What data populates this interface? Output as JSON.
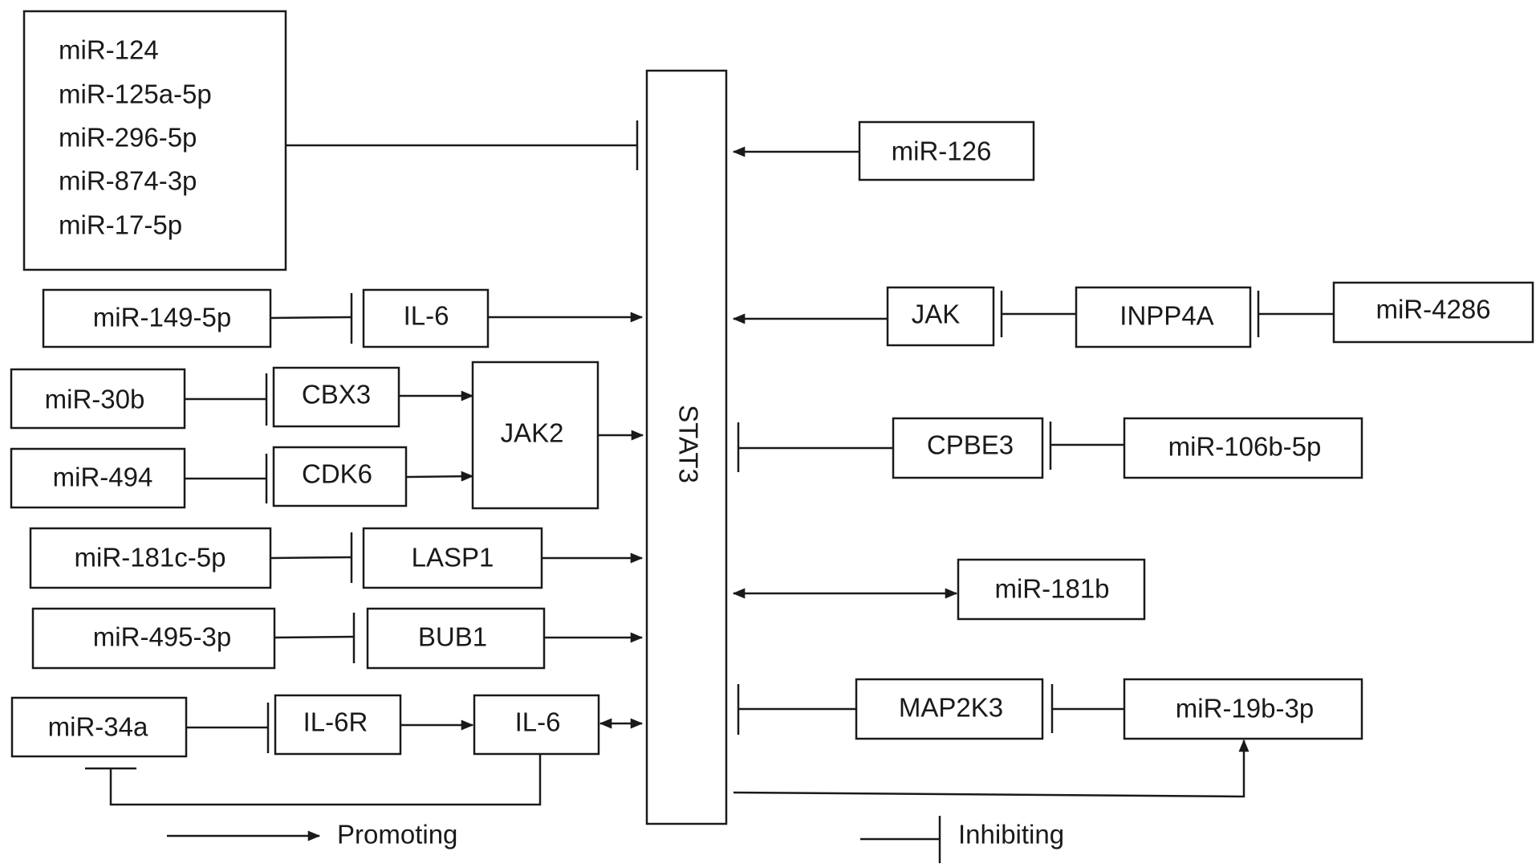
{
  "hub": "STAT3",
  "group_box": {
    "items": [
      "miR-124",
      "miR-125a-5p",
      "miR-296-5p",
      "miR-874-3p",
      "miR-17-5p"
    ]
  },
  "left": {
    "mir149": "miR-149-5p",
    "il6_a": "IL-6",
    "mir30b": "miR-30b",
    "cbx3": "CBX3",
    "mir494": "miR-494",
    "cdk6": "CDK6",
    "jak2": "JAK2",
    "mir181c": "miR-181c-5p",
    "lasp1": "LASP1",
    "mir495": "miR-495-3p",
    "bub1": "BUB1",
    "mir34a": "miR-34a",
    "il6r": "IL-6R",
    "il6_b": "IL-6"
  },
  "right": {
    "mir126": "miR-126",
    "jak": "JAK",
    "inpp4a": "INPP4A",
    "mir4286": "miR-4286",
    "cpbe3": "CPBE3",
    "mir106b": "miR-106b-5p",
    "mir181b": "miR-181b",
    "map2k3": "MAP2K3",
    "mir19b": "miR-19b-3p"
  },
  "legend": {
    "promoting": "Promoting",
    "inhibiting": "Inhibiting"
  }
}
